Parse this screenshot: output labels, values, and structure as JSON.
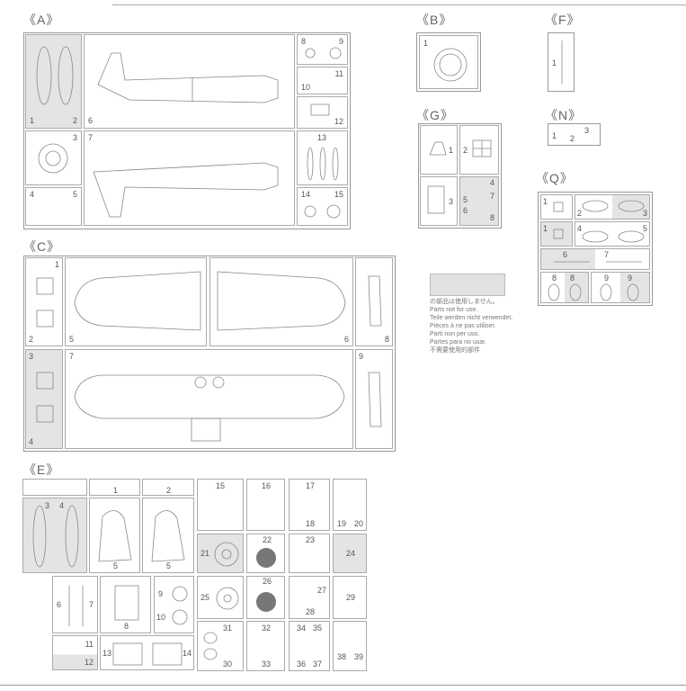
{
  "sprues": {
    "A": {
      "label": "《A》",
      "cells": [
        "1",
        "2",
        "6",
        "8",
        "9",
        "10",
        "11",
        "12",
        "3",
        "7",
        "13",
        "4",
        "5",
        "14",
        "15"
      ]
    },
    "B": {
      "label": "《B》",
      "cells": [
        "1"
      ]
    },
    "F": {
      "label": "《F》",
      "cells": [
        "1"
      ]
    },
    "G": {
      "label": "《G》",
      "cells": [
        "1",
        "2",
        "3",
        "4",
        "5",
        "6",
        "7",
        "8"
      ]
    },
    "N": {
      "label": "《N》",
      "cells": [
        "1",
        "2",
        "3"
      ]
    },
    "Q": {
      "label": "《Q》",
      "cells": [
        "1",
        "2",
        "3",
        "1",
        "4",
        "5",
        "6",
        "7",
        "8",
        "8",
        "9",
        "9"
      ]
    },
    "C": {
      "label": "《C》",
      "cells": [
        "1",
        "2",
        "5",
        "6",
        "8",
        "3",
        "4",
        "7",
        "9"
      ]
    },
    "E": {
      "label": "《E》",
      "cells": [
        "1",
        "2",
        "3",
        "4",
        "5",
        "5",
        "6",
        "7",
        "8",
        "9",
        "10",
        "11",
        "12",
        "13",
        "14",
        "15",
        "16",
        "17",
        "18",
        "19",
        "20",
        "21",
        "22",
        "23",
        "24",
        "25",
        "26",
        "27",
        "28",
        "29",
        "31",
        "30",
        "32",
        "33",
        "34",
        "35",
        "36",
        "37",
        "38",
        "39"
      ]
    }
  },
  "legend": {
    "lines": [
      "の部品は使用しません。",
      "Parts not for use.",
      "Teile werden nicht verwendet.",
      "Pièces à ne pas utiliser.",
      "Parti non per uso.",
      "Partes para no usar.",
      "不需要使用的部件"
    ]
  },
  "colors": {
    "unused_part_fill": "#e4e4e4",
    "line": "#999999"
  }
}
